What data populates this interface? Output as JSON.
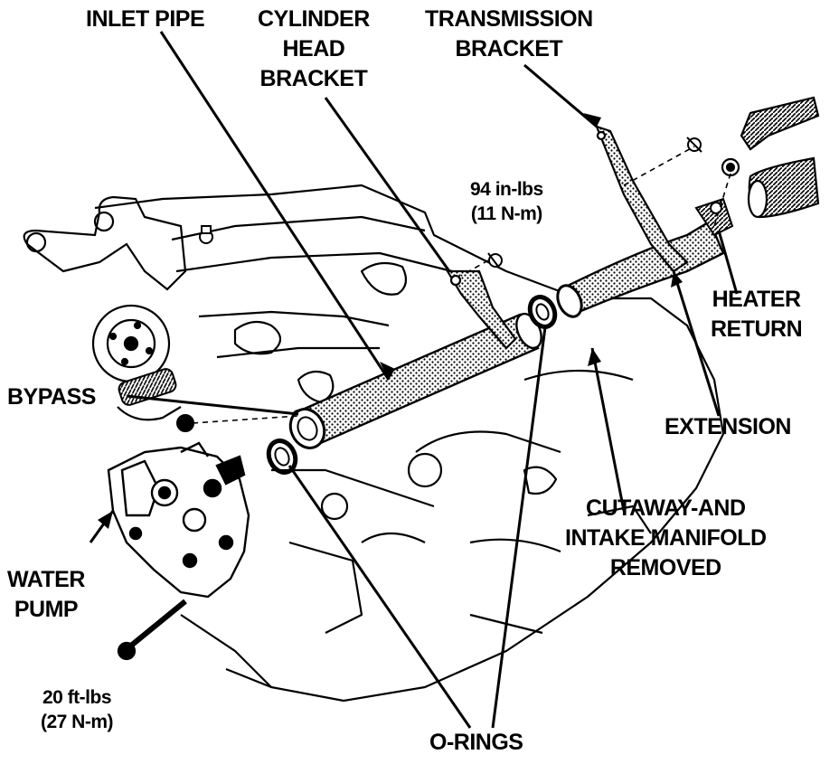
{
  "labels": {
    "inlet_pipe": "INLET PIPE",
    "cylinder_head_bracket": [
      "CYLINDER",
      "HEAD",
      "BRACKET"
    ],
    "transmission_bracket": [
      "TRANSMISSION",
      "BRACKET"
    ],
    "torque_94": [
      "94 in-lbs",
      "(11 N-m)"
    ],
    "heater_return": [
      "HEATER",
      "RETURN"
    ],
    "bypass": "BYPASS",
    "extension": "EXTENSION",
    "cutaway": [
      "CUTAWAY-AND",
      "INTAKE MANIFOLD",
      "REMOVED"
    ],
    "water_pump": [
      "WATER",
      "PUMP"
    ],
    "torque_20": [
      "20 ft-lbs",
      "(27 N-m)"
    ],
    "o_rings": "O-RINGS"
  },
  "colors": {
    "ink": "#000000",
    "paper": "#ffffff"
  }
}
